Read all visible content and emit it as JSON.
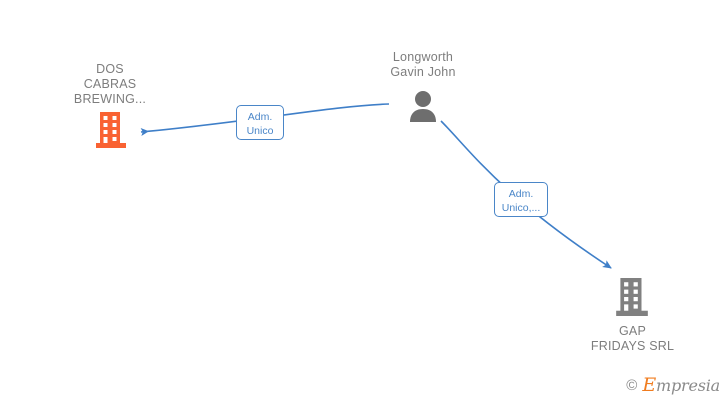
{
  "diagram": {
    "background_color": "#ffffff",
    "nodes": [
      {
        "id": "company-dos-cabras",
        "type": "company",
        "icon": "building-icon",
        "color": "#f96232",
        "label_lines": [
          "DOS",
          "CABRAS",
          "BREWING..."
        ]
      },
      {
        "id": "person-longworth",
        "type": "person",
        "icon": "person-icon",
        "color": "#6e6e6e",
        "label_lines": [
          "Longworth",
          "Gavin John"
        ]
      },
      {
        "id": "company-gap-fridays",
        "type": "company",
        "icon": "building-icon",
        "color": "#808080",
        "label_lines": [
          "GAP",
          "FRIDAYS SRL"
        ]
      }
    ],
    "edges": [
      {
        "id": "edge-person-to-dos-cabras",
        "from": "person-longworth",
        "to": "company-dos-cabras",
        "color": "#3f7fc8",
        "label_lines": [
          "Adm.",
          "Unico"
        ]
      },
      {
        "id": "edge-person-to-gap-fridays",
        "from": "person-longworth",
        "to": "company-gap-fridays",
        "color": "#3f7fc8",
        "label_lines": [
          "Adm.",
          "Unico,..."
        ]
      }
    ]
  },
  "watermark": {
    "copyright_symbol": "©",
    "brand_initial": "E",
    "brand_rest": "mpresia",
    "accent_color": "#f07c1f"
  }
}
